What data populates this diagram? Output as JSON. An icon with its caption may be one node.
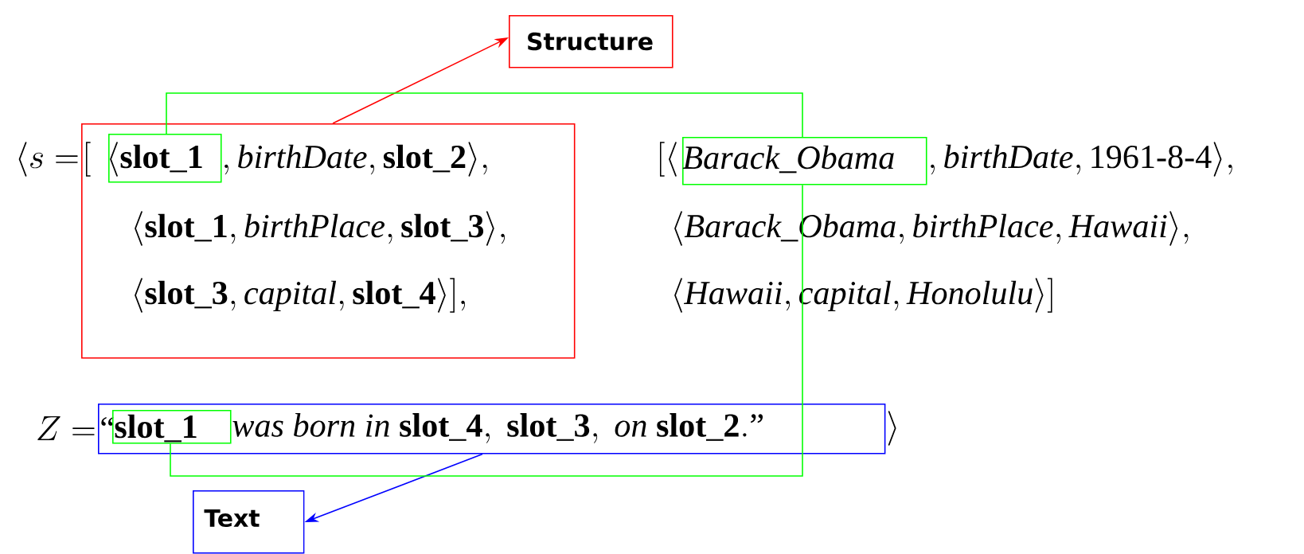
{
  "diagram": {
    "nodes": [
      {
        "text": [
          "Structure"
        ]
      },
      {
        "text": [
          "[",
          ", \\mathit{birthDate}, \\mathbf{slot\\_2}\\rangle,",
          "\\langle\\mathbf{slot\\_1}, \\mathit{birthPlace}, \\mathbf{slot\\_3}\\rangle,",
          "\\langle\\mathbf{slot\\_3}, \\mathit{capital}, \\mathbf{slot\\_4}\\rangle],"
        ]
      },
      {
        "text": [
          "\\langle\\mathbf{slot\\_1}"
        ],
        "in": 1
      },
      {
        "text": [
          "\\mathit{Barack\\_Obama}"
        ]
      },
      {
        "text": [
          "\\textrm{“}",
          "\\mathit{was\\ born\\ in}\\ \\mathbf{slot\\_4},\\ \\mathbf{slot\\_3},\\ \\mathit{on}\\ \\mathbf{slot\\_2}.\\textrm{”}"
        ]
      },
      {
        "text": [
          "\\mathbf{slot\\_1}"
        ],
        "in": 4
      },
      {
        "text": [
          "Text"
        ]
      }
    ],
    "edges": [
      {
        "from": 1,
        "to": 0,
        "arrow": "to",
        "color": "#ff0000"
      },
      {
        "from": 4,
        "to": 6,
        "arrow": "to",
        "color": "#0000ff"
      },
      {
        "from": 2,
        "to": 3,
        "arrow": "none",
        "color": "#00ff00"
      },
      {
        "from": 3,
        "to": 5,
        "arrow": "none",
        "color": "#00ff00"
      }
    ],
    "labels": [
      "\\langle s =",
      "[\\langle",
      ", \\mathit{birthDate}, \\textrm{1961-8-4}\\rangle,",
      "\\langle\\mathit{Barack\\_Obama}, \\mathit{birthPlace}, \\mathit{Hawaii}\\rangle,",
      "\\langle\\mathit{Hawaii}, \\mathit{capital}, \\mathit{Honolulu}\\rangle]",
      "Z =",
      "\\rangle"
    ]
  }
}
